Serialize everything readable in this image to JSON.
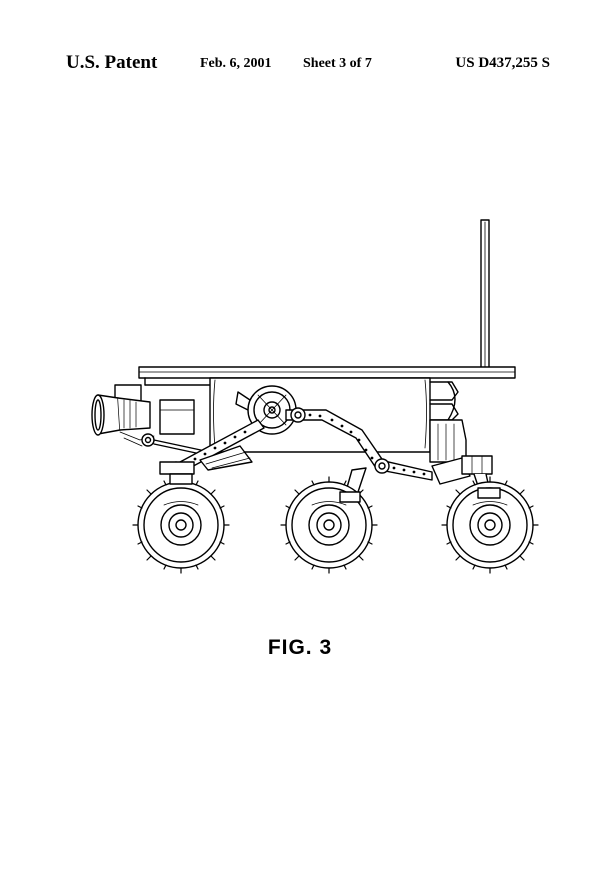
{
  "header": {
    "patent_label": "U.S. Patent",
    "date": "Feb. 6, 2001",
    "sheet": "Sheet 3 of 7",
    "patent_number": "US D437,255 S"
  },
  "figure": {
    "label": "FIG. 3"
  }
}
